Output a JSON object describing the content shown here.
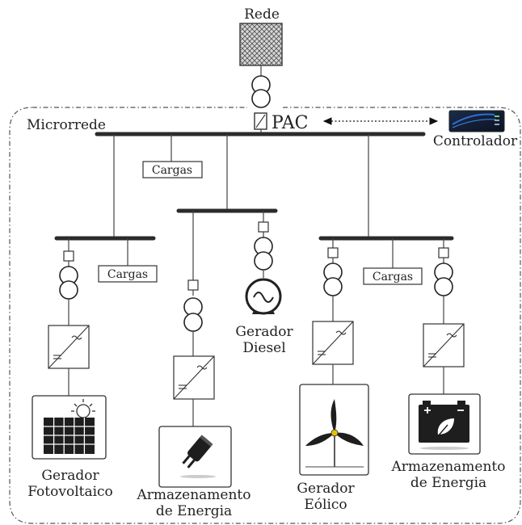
{
  "labels": {
    "grid": "Rede",
    "microgrid": "Microrrede",
    "pcc": "PAC",
    "controller": "Controlador",
    "load_top": "Cargas",
    "load_left": "Cargas",
    "load_right": "Cargas",
    "diesel_l1": "Gerador",
    "diesel_l2": "Diesel",
    "pv_l1": "Gerador",
    "pv_l2": "Fotovoltaico",
    "storage1_l1": "Armazenamento",
    "storage1_l2": "de Energia",
    "wind_l1": "Gerador",
    "wind_l2": "Eólico",
    "storage2_l1": "Armazenamento",
    "storage2_l2": "de Energia"
  },
  "icons": {
    "grid": "grid-mesh-icon",
    "transformer": "transformer-icon",
    "breaker": "breaker-icon",
    "controller": "controller-device-icon",
    "converter": "converter-icon",
    "generator": "ac-generator-icon",
    "solar": "solar-panel-icon",
    "capacitor": "capacitor-icon",
    "wind": "wind-turbine-icon",
    "battery": "battery-icon"
  },
  "colors": {
    "line": "#444444",
    "bus": "#2b2b2b",
    "controller_accent": "#2f6fd1",
    "controller_led": "#5be06a",
    "turbine_hub": "#e6c200"
  }
}
